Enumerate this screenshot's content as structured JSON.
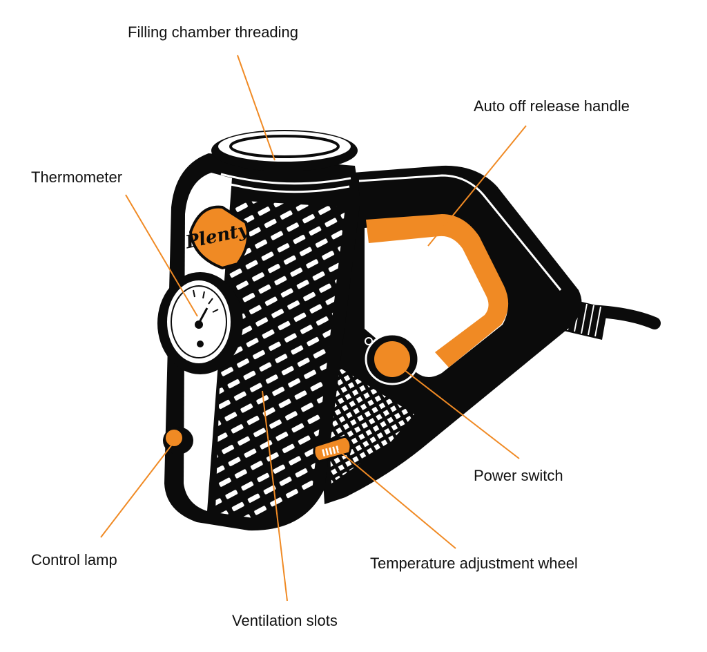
{
  "colors": {
    "accent": "#f08a24",
    "ink": "#0b0b0b",
    "paper": "#ffffff"
  },
  "labels": {
    "filling_chamber_threading": "Filling chamber threading",
    "auto_off_release_handle": "Auto off release handle",
    "thermometer": "Thermometer",
    "power_switch": "Power switch",
    "control_lamp": "Control lamp",
    "temperature_adjustment_wheel": "Temperature adjustment wheel",
    "ventilation_slots": "Ventilation slots"
  },
  "device": {
    "brand_logo_text": "Plenty",
    "wheel_text": "IIIII"
  }
}
